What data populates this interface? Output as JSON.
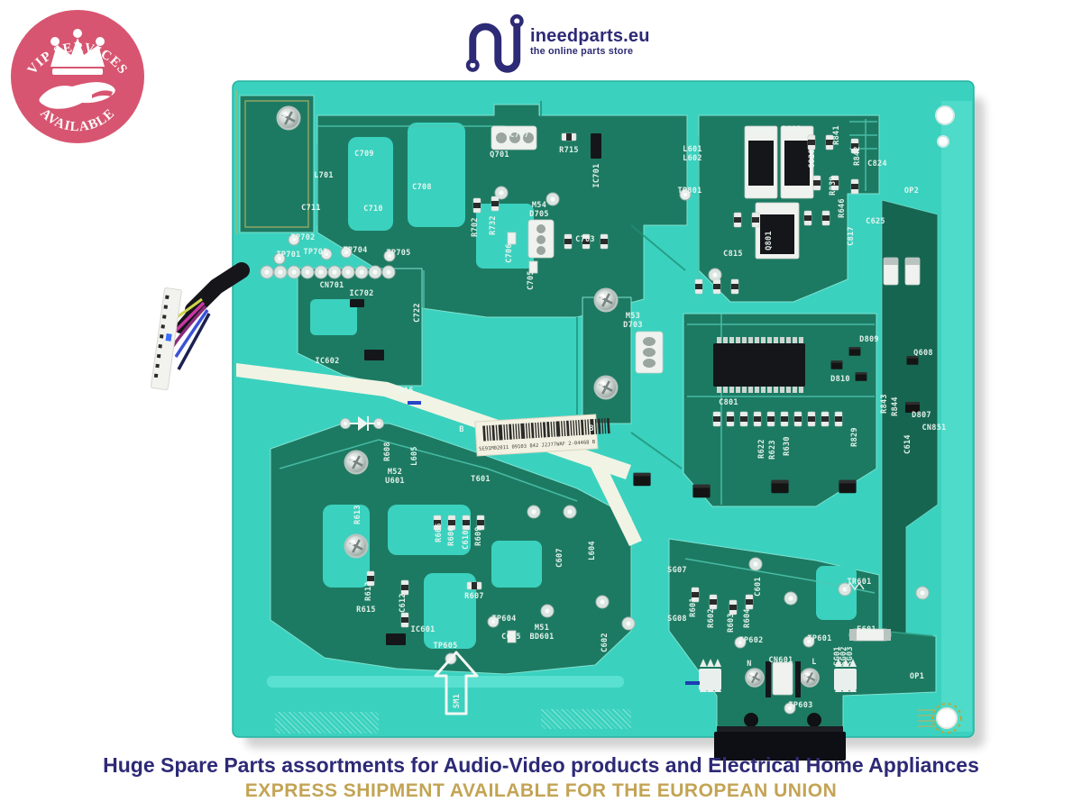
{
  "theme": {
    "navy": "#2d2a76",
    "gold": "#c3a455",
    "pink": "#d75570",
    "teal": "#3bd1bf",
    "teal-dark": "#1d7a62",
    "teal-deep": "#166550",
    "panel": "#5fe3d2",
    "band": "#f1f4e4",
    "silk": "#edf7f1"
  },
  "badge": {
    "top": "VIP SERVICES",
    "bottom": "AVAILABLE",
    "icons": [
      "crown-icon",
      "hand-icon"
    ]
  },
  "logo": {
    "name": "ineedparts.eu",
    "tagline": "the online parts store"
  },
  "footer": {
    "line1": "Huge Spare Parts assortments for Audio-Video products and Electrical Home Appliances",
    "line2": "EXPRESS SHIPMENT AVAILABLE FOR THE EUROPEAN UNION"
  },
  "board": {
    "sticker": {
      "serial": "5E91M02011 09103 842 J2J77WAF 2-04468 B"
    },
    "arrow_label": "SM1",
    "labels": [
      [
        "C707",
        576,
        152,
        0
      ],
      [
        "R715",
        631,
        169,
        0
      ],
      [
        "Q701",
        554,
        174,
        0
      ],
      [
        "C709",
        404,
        173,
        0
      ],
      [
        "L701",
        359,
        197,
        0
      ],
      [
        "C708",
        468,
        210,
        0
      ],
      [
        "C711",
        345,
        233,
        0
      ],
      [
        "C710",
        414,
        234,
        0
      ],
      [
        "IC701",
        664,
        195,
        1
      ],
      [
        "R702",
        529,
        252,
        1
      ],
      [
        "R732",
        549,
        250,
        1
      ],
      [
        "C706",
        567,
        281,
        1
      ],
      [
        "C705",
        591,
        311,
        1
      ],
      [
        "M54",
        598,
        230,
        0
      ],
      [
        "D705",
        598,
        240,
        0
      ],
      [
        "C703",
        649,
        268,
        0
      ],
      [
        "TP702",
        336,
        266,
        0
      ],
      [
        "TP703",
        350,
        282,
        0
      ],
      [
        "TP704",
        394,
        280,
        0
      ],
      [
        "TP705",
        442,
        283,
        0
      ],
      [
        "TP701",
        320,
        285,
        0
      ],
      [
        "CN701",
        368,
        319,
        0
      ],
      [
        "IC702",
        401,
        328,
        0
      ],
      [
        "IC602",
        363,
        403,
        0
      ],
      [
        "C722",
        465,
        347,
        1
      ],
      [
        "C615",
        448,
        436,
        0
      ],
      [
        "L601",
        768,
        168,
        0
      ],
      [
        "L602",
        768,
        178,
        0
      ],
      [
        "D601",
        844,
        147,
        0
      ],
      [
        "D602",
        878,
        146,
        0
      ],
      [
        "R841",
        930,
        150,
        1
      ],
      [
        "C820",
        903,
        176,
        1
      ],
      [
        "R842",
        953,
        173,
        1
      ],
      [
        "R839",
        926,
        206,
        1
      ],
      [
        "C824",
        973,
        184,
        0
      ],
      [
        "OP2",
        1011,
        214,
        0
      ],
      [
        "C625",
        971,
        248,
        0
      ],
      [
        "TP801",
        765,
        214,
        0
      ],
      [
        "Q801",
        855,
        267,
        1
      ],
      [
        "C815",
        813,
        284,
        0
      ],
      [
        "R646",
        936,
        231,
        1
      ],
      [
        "C817",
        946,
        262,
        1
      ],
      [
        "M53",
        702,
        353,
        0
      ],
      [
        "D703",
        702,
        363,
        0
      ],
      [
        "C801",
        808,
        449,
        0
      ],
      [
        "D810",
        932,
        423,
        0
      ],
      [
        "D809",
        964,
        379,
        0
      ],
      [
        "Q608",
        1024,
        394,
        0
      ],
      [
        "D807",
        1022,
        463,
        0
      ],
      [
        "CN851",
        1036,
        477,
        0
      ],
      [
        "R622",
        847,
        498,
        1
      ],
      [
        "R623",
        859,
        499,
        1
      ],
      [
        "R630",
        875,
        495,
        1
      ],
      [
        "R829",
        950,
        485,
        1
      ],
      [
        "R843",
        983,
        448,
        1
      ],
      [
        "R844",
        995,
        451,
        1
      ],
      [
        "C614",
        1009,
        493,
        1
      ],
      [
        "T601",
        533,
        534,
        0
      ],
      [
        "M52",
        438,
        526,
        0
      ],
      [
        "U601",
        438,
        536,
        0
      ],
      [
        "L605",
        462,
        506,
        1
      ],
      [
        "R608",
        432,
        501,
        1
      ],
      [
        "R605",
        489,
        591,
        1
      ],
      [
        "R606",
        503,
        595,
        1
      ],
      [
        "C610",
        519,
        599,
        1
      ],
      [
        "R609",
        533,
        595,
        1
      ],
      [
        "C607",
        623,
        619,
        1
      ],
      [
        "L604",
        659,
        611,
        1
      ],
      [
        "R613",
        399,
        571,
        1
      ],
      [
        "R612",
        411,
        656,
        1
      ],
      [
        "R615",
        406,
        679,
        0
      ],
      [
        "C612",
        449,
        669,
        1
      ],
      [
        "IC601",
        469,
        701,
        0
      ],
      [
        "R607",
        526,
        664,
        0
      ],
      [
        "TP604",
        559,
        689,
        0
      ],
      [
        "C605",
        567,
        709,
        0
      ],
      [
        "TP605",
        494,
        719,
        0
      ],
      [
        "M51",
        601,
        699,
        0
      ],
      [
        "BD601",
        601,
        709,
        0
      ],
      [
        "C602",
        673,
        713,
        1
      ],
      [
        "C601",
        843,
        651,
        1
      ],
      [
        "SG07",
        751,
        635,
        0
      ],
      [
        "SG08",
        751,
        689,
        0
      ],
      [
        "R601",
        771,
        674,
        1
      ],
      [
        "R602",
        791,
        686,
        1
      ],
      [
        "R603",
        813,
        691,
        1
      ],
      [
        "R604",
        831,
        686,
        1
      ],
      [
        "TP602",
        833,
        713,
        0
      ],
      [
        "TP601",
        909,
        711,
        0
      ],
      [
        "CN601",
        866,
        735,
        0
      ],
      [
        "N",
        831,
        739,
        0
      ],
      [
        "L",
        903,
        737,
        0
      ],
      [
        "SG01",
        931,
        728,
        1
      ],
      [
        "SG02",
        938,
        728,
        1
      ],
      [
        "SG03",
        945,
        728,
        1
      ],
      [
        "TR601",
        953,
        648,
        0
      ],
      [
        "F601",
        961,
        701,
        0
      ],
      [
        "TP603",
        888,
        785,
        0
      ],
      [
        "OP1",
        1017,
        753,
        0
      ],
      [
        "B",
        512,
        479,
        0
      ],
      [
        "B",
        656,
        478,
        0
      ]
    ]
  }
}
